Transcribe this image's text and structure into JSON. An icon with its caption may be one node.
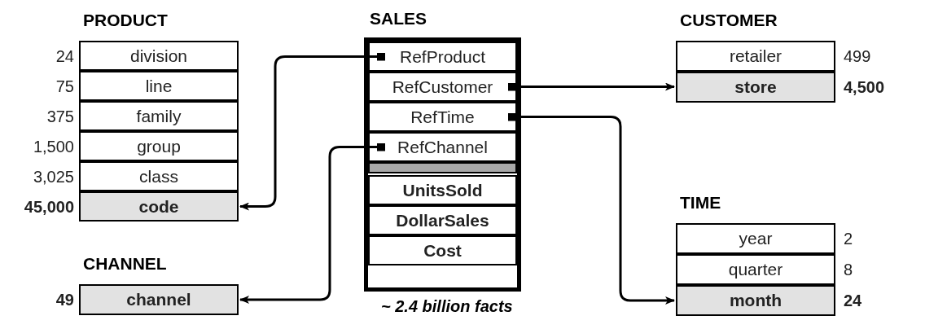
{
  "diagram": {
    "nodes": [
      {
        "text": [
          "PRODUCT"
        ]
      },
      {
        "text": [
          "division"
        ],
        "in": 0,
        "beside": [
          "24"
        ]
      },
      {
        "text": [
          "line"
        ],
        "in": 0,
        "beside": [
          "75"
        ]
      },
      {
        "text": [
          "family"
        ],
        "in": 0,
        "beside": [
          "375"
        ]
      },
      {
        "text": [
          "group"
        ],
        "in": 0,
        "beside": [
          "1,500"
        ]
      },
      {
        "text": [
          "class"
        ],
        "in": 0,
        "beside": [
          "3,025"
        ]
      },
      {
        "text": [
          "code"
        ],
        "in": 0,
        "beside": [
          "45,000"
        ]
      },
      {
        "text": [
          "SALES"
        ],
        "beside": [
          "~ 2.4 billion facts"
        ]
      },
      {
        "text": [
          "RefProduct"
        ],
        "in": 7
      },
      {
        "text": [
          "RefCustomer"
        ],
        "in": 7
      },
      {
        "text": [
          "RefTime"
        ],
        "in": 7
      },
      {
        "text": [
          "RefChannel"
        ],
        "in": 7
      },
      {
        "text": [],
        "shape": "bar",
        "in": 7
      },
      {
        "text": [
          "UnitsSold"
        ],
        "in": 7
      },
      {
        "text": [
          "DollarSales"
        ],
        "in": 7
      },
      {
        "text": [
          "Cost"
        ],
        "in": 7
      },
      {
        "text": [
          "CUSTOMER"
        ]
      },
      {
        "text": [
          "retailer"
        ],
        "in": 16,
        "beside": [
          "499"
        ]
      },
      {
        "text": [
          "store"
        ],
        "in": 16,
        "beside": [
          "4,500"
        ]
      },
      {
        "text": [
          "TIME"
        ]
      },
      {
        "text": [
          "year"
        ],
        "in": 19,
        "beside": [
          "2"
        ]
      },
      {
        "text": [
          "quarter"
        ],
        "in": 19,
        "beside": [
          "8"
        ]
      },
      {
        "text": [
          "month"
        ],
        "in": 19,
        "beside": [
          "24"
        ]
      },
      {
        "text": [
          "CHANNEL"
        ]
      },
      {
        "text": [
          "channel"
        ],
        "in": 23,
        "beside": [
          "49"
        ]
      }
    ],
    "edges": [
      {
        "from": 8,
        "to": 6,
        "arrow": "to"
      },
      {
        "from": 9,
        "to": 18,
        "arrow": "to"
      },
      {
        "from": 10,
        "to": 22,
        "arrow": "to"
      },
      {
        "from": 11,
        "to": 24,
        "arrow": "to"
      }
    ]
  }
}
